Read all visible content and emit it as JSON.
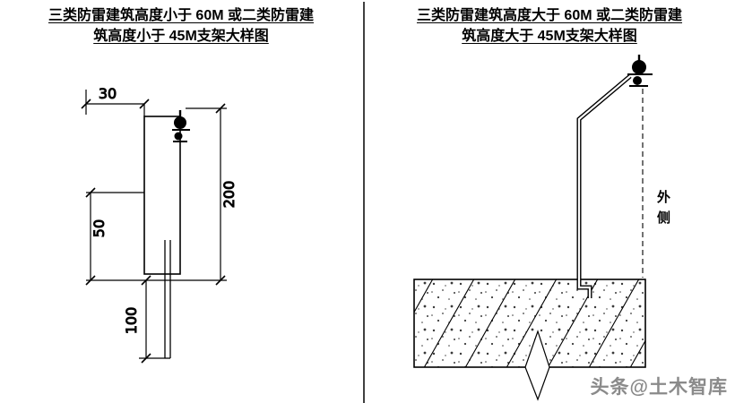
{
  "left_panel": {
    "title_line1": "三类防雷建筑高度小于 60M 或二类防雷建",
    "title_line2": "筑高度小于 45M支架大样图",
    "dims": {
      "top_width": "30",
      "right_height": "200",
      "left_height": "50",
      "bottom_height": "100"
    }
  },
  "right_panel": {
    "title_line1": "三类防雷建筑高度大于 60M 或二类防雷建",
    "title_line2": "筑高度大于 45M支架大样图",
    "side_label": "外侧"
  },
  "watermark": "头条@土木智库",
  "colors": {
    "line": "#000000",
    "watermark": "#8a8a8a"
  }
}
